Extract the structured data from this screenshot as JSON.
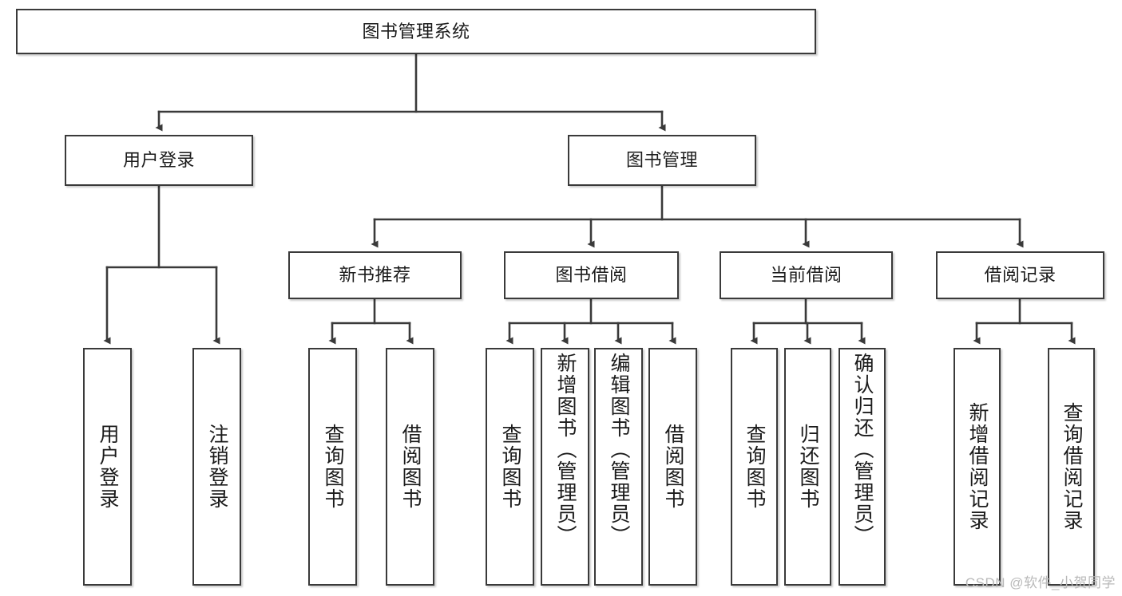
{
  "diagram": {
    "title_node": {
      "label": "图书管理系统"
    },
    "level1": [
      {
        "label": "用户登录"
      },
      {
        "label": "图书管理"
      }
    ],
    "level2": [
      {
        "label": "新书推荐"
      },
      {
        "label": "图书借阅"
      },
      {
        "label": "当前借阅"
      },
      {
        "label": "借阅记录"
      }
    ],
    "leaves": {
      "user_login": [
        {
          "label": "用户登录"
        },
        {
          "label": "注销登录"
        }
      ],
      "new_book": [
        {
          "label": "查询图书"
        },
        {
          "label": "借阅图书"
        }
      ],
      "book_borrow": [
        {
          "label": "查询图书"
        },
        {
          "label": "新增图书（管理员）"
        },
        {
          "label": "编辑图书（管理员）"
        },
        {
          "label": "借阅图书"
        }
      ],
      "current_borrow": [
        {
          "label": "查询图书"
        },
        {
          "label": "归还图书"
        },
        {
          "label": "确认归还（管理员）"
        }
      ],
      "borrow_record": [
        {
          "label": "新增借阅记录"
        },
        {
          "label": "查询借阅记录"
        }
      ]
    }
  },
  "watermark": {
    "text": "CSDN @软件_小贺同学"
  },
  "colors": {
    "stroke": "#3a3a3a",
    "background": "#ffffff",
    "text": "#1b1b1b",
    "watermark": "#b9b9b9"
  }
}
